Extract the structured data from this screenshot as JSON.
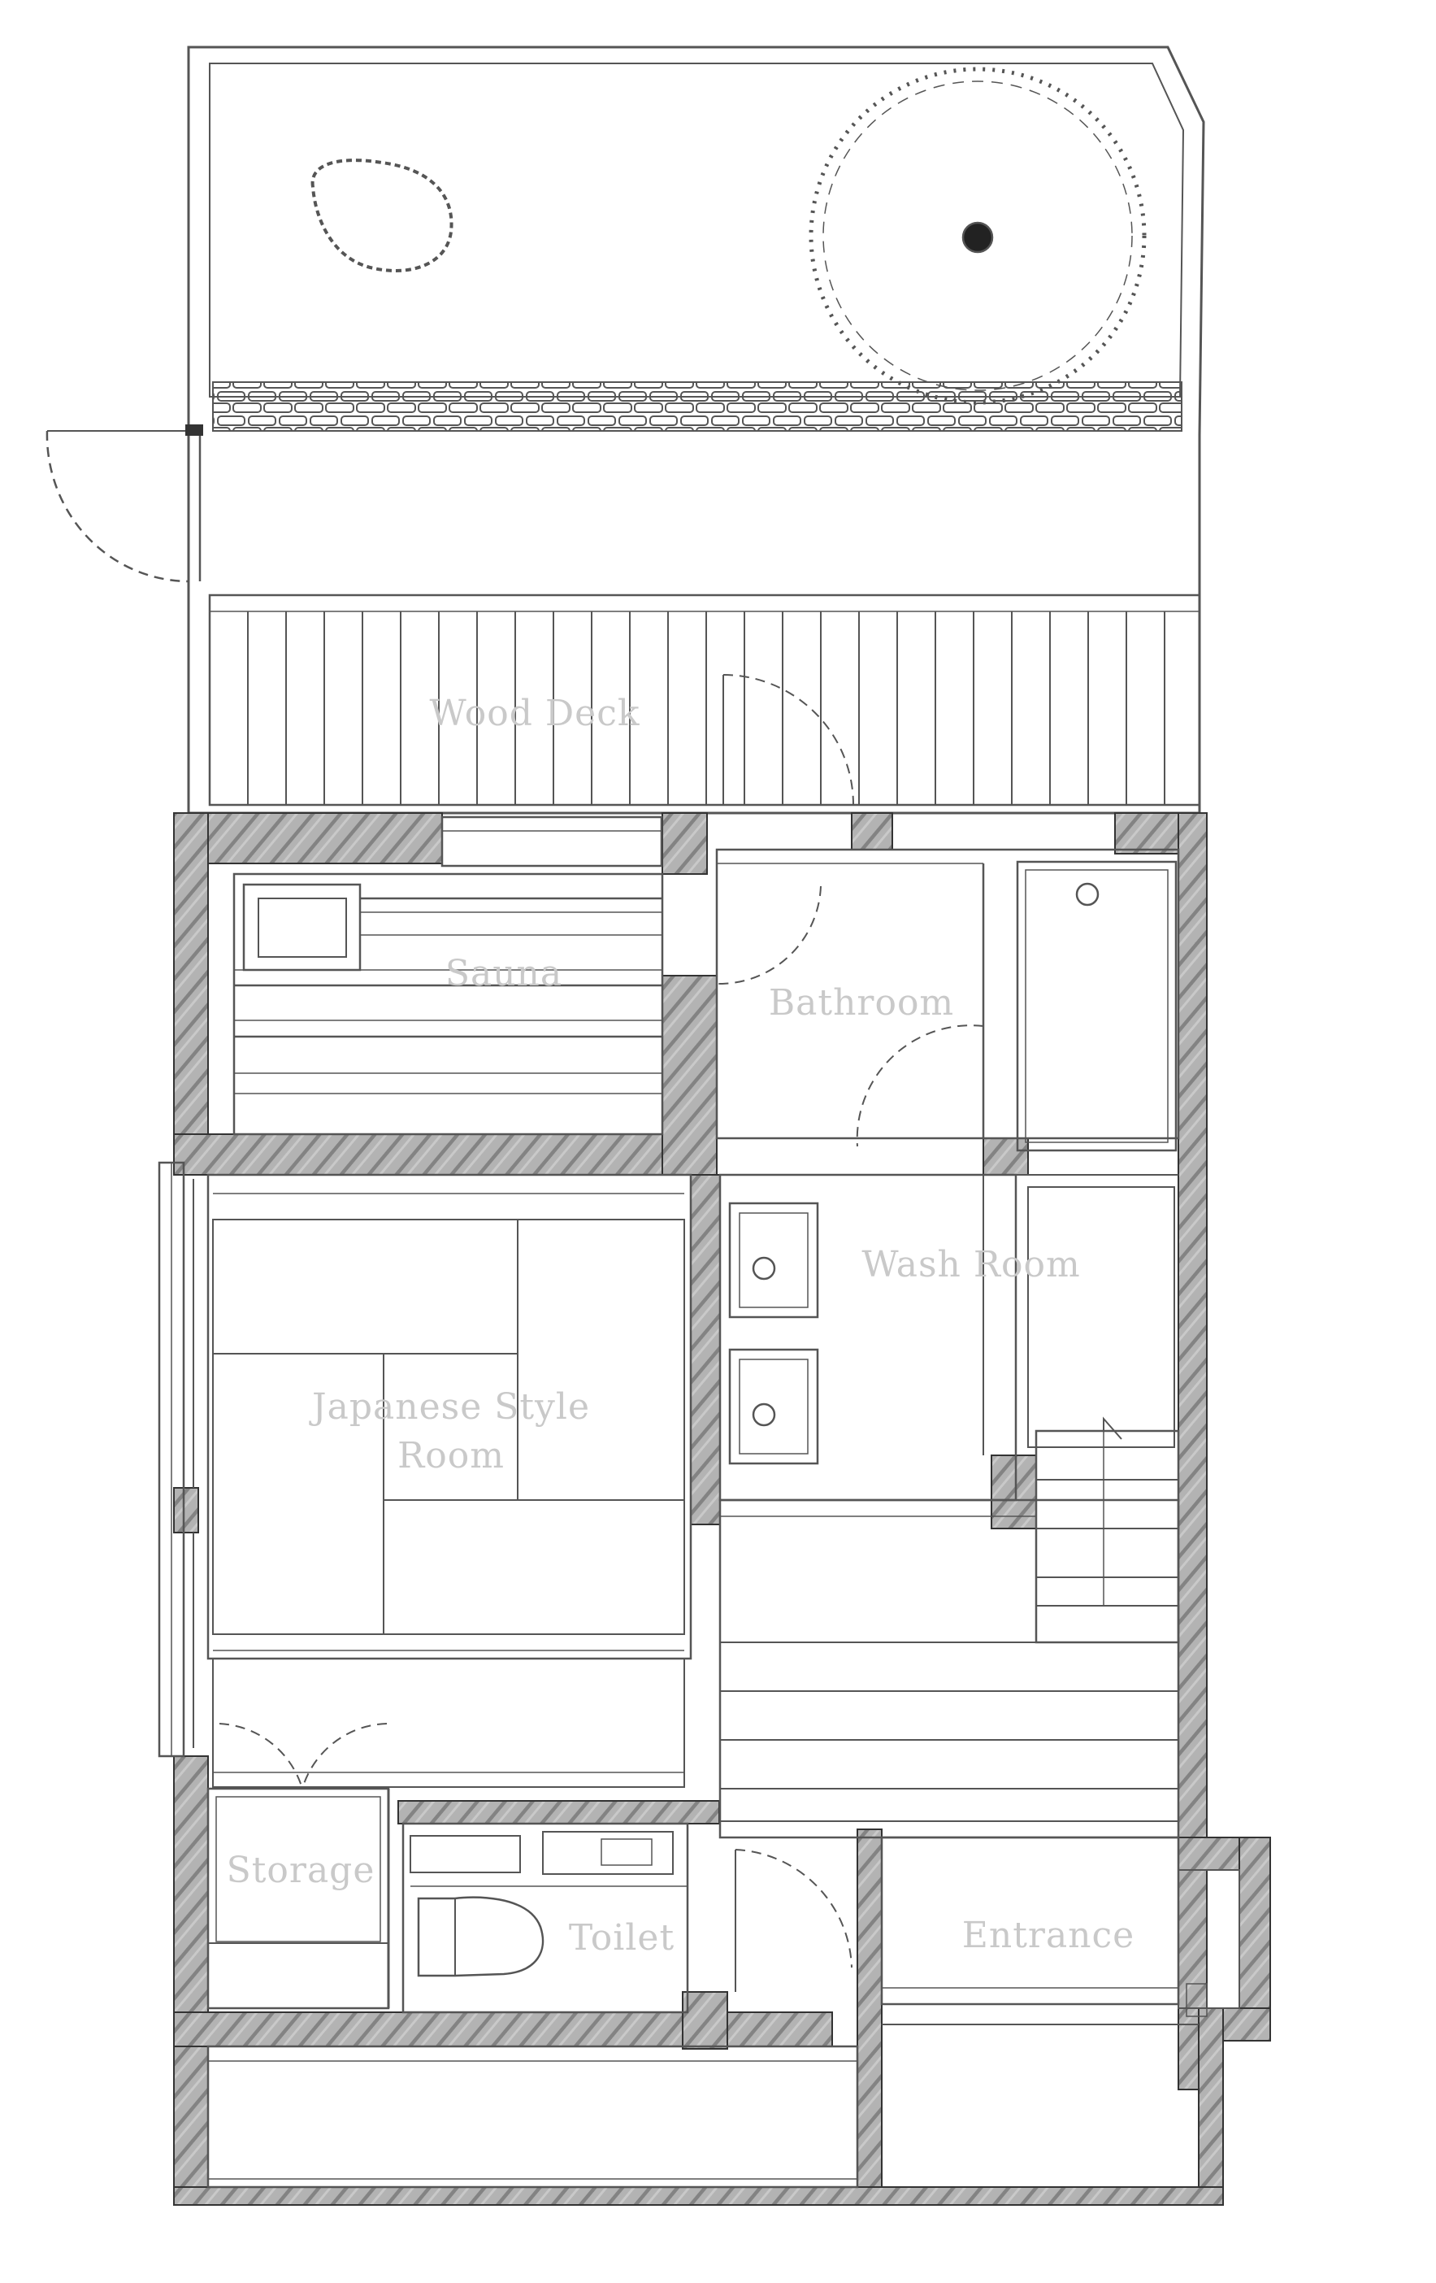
{
  "rooms": {
    "wood_deck": "Wood Deck",
    "sauna": "Sauna",
    "bathroom": "Bathroom",
    "wash_room": "Wash Room",
    "japanese_room_line1": "Japanese Style",
    "japanese_room_line2": "Room",
    "storage": "Storage",
    "toilet": "Toilet",
    "entrance": "Entrance"
  },
  "colors": {
    "wall_hatch": "#9a9a9a",
    "line": "#4a4a4a",
    "label": "#c9c9c9"
  }
}
